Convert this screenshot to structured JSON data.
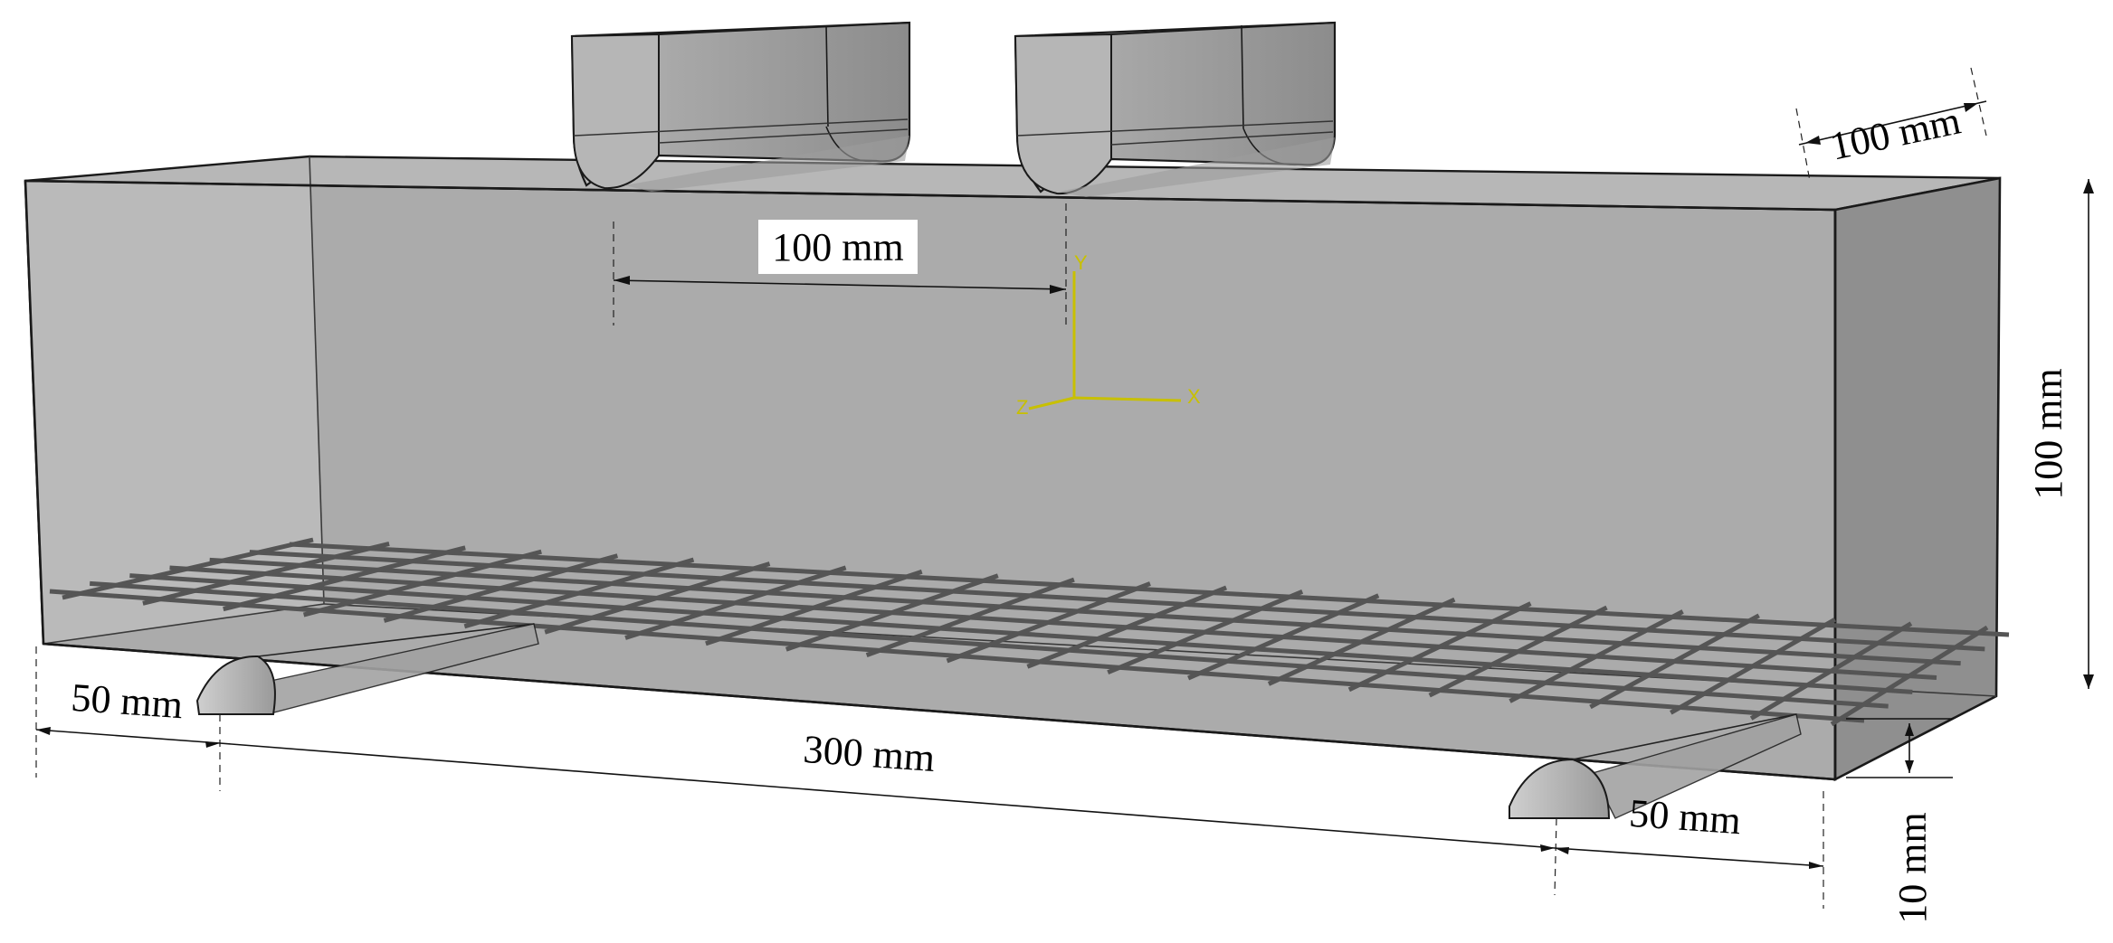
{
  "diagram": {
    "labels": {
      "width_top": "100 mm",
      "load_spacing": "100 mm",
      "height": "100 mm",
      "overhang_left": "50 mm",
      "span": "300 mm",
      "overhang_right": "50 mm",
      "cover": "10 mm"
    },
    "axes": {
      "y": "Y",
      "x": "X",
      "z": "Z",
      "color": "#c8c000"
    },
    "colors": {
      "beam_front": "#a9a9a9",
      "beam_left": "#b9b9b9",
      "beam_right": "#8e8e8e",
      "beam_top": "#bdbdbd",
      "support_light": "#c4c4c4",
      "support_dark": "#8a8a8a",
      "mesh": "#555555"
    }
  }
}
